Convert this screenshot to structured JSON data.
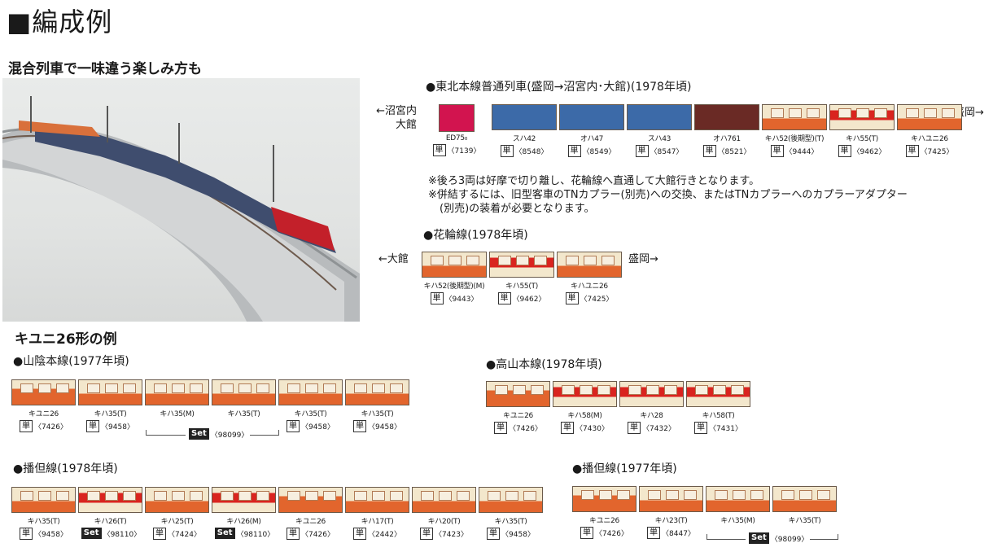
{
  "heading": "■編成例",
  "photo_section_title": "混合列車で一味違う楽しみ方も",
  "kiyuni_title": "キユニ26形の例",
  "colors": {
    "cream": "#f3e7cc",
    "orange": "#e2652d",
    "red": "#d9241f",
    "blue": "#3c6aa8",
    "maroon": "#6a2a25",
    "ed75": "#d2144f"
  },
  "tohoku": {
    "title": "●東北本線普通列車(盛岡→沼宮内･大館)(1978年頃)",
    "left_line1": "←沼宮内",
    "left_line2": "大館",
    "right": "盛岡→",
    "cars": [
      {
        "name": "ED75₀",
        "style": "ed75",
        "code": "〈7139〉",
        "label": "単"
      },
      {
        "name": "スハ42",
        "style": "blue",
        "code": "〈8548〉",
        "label": "単"
      },
      {
        "name": "オハ47",
        "style": "blue",
        "code": "〈8549〉",
        "label": "単"
      },
      {
        "name": "スハ43",
        "style": "blue",
        "code": "〈8547〉",
        "label": "単"
      },
      {
        "name": "オハ761",
        "style": "maroon",
        "code": "〈8521〉",
        "label": "単"
      },
      {
        "name": "キハ52(後期型)(T)",
        "style": "kiha",
        "code": "〈9444〉",
        "label": "単"
      },
      {
        "name": "キハ55(T)",
        "style": "kyuko",
        "code": "〈9462〉",
        "label": "単"
      },
      {
        "name": "キハユニ26",
        "style": "kiha",
        "code": "〈7425〉",
        "label": "単"
      }
    ],
    "notes": [
      "※後ろ3両は好摩で切り離し、花輪線へ直通して大館行きとなります。",
      "※併結するには、旧型客車のTNカプラー(別売)への交換、またはTNカプラーへのカプラーアダプター",
      "(別売)の装着が必要となります。"
    ]
  },
  "hanawa": {
    "title": "●花輪線(1978年頃)",
    "left": "←大館",
    "right": "盛岡→",
    "cars": [
      {
        "name": "キハ52(後期型)(M)",
        "style": "kiha",
        "code": "〈9443〉",
        "label": "単"
      },
      {
        "name": "キハ55(T)",
        "style": "kyuko",
        "code": "〈9462〉",
        "label": "単"
      },
      {
        "name": "キハユニ26",
        "style": "kiha",
        "code": "〈7425〉",
        "label": "単"
      }
    ]
  },
  "sanin": {
    "title": "●山陰本線(1977年頃)",
    "cars": [
      {
        "name": "キユニ26",
        "style": "kiyuni",
        "code": "〈7426〉",
        "label": "単"
      },
      {
        "name": "キハ35(T)",
        "style": "kiha35",
        "code": "〈9458〉",
        "label": "単"
      },
      {
        "name": "キハ35(M)",
        "style": "kiha35",
        "code": "",
        "label": ""
      },
      {
        "name": "キハ35(T)",
        "style": "kiha35",
        "code": "",
        "label": ""
      },
      {
        "name": "キハ35(T)",
        "style": "kiha35",
        "code": "〈9458〉",
        "label": "単"
      },
      {
        "name": "キハ35(T)",
        "style": "kiha35",
        "code": "〈9458〉",
        "label": "単"
      }
    ],
    "set": {
      "label": "Set",
      "code": "〈98099〉"
    }
  },
  "takayama": {
    "title": "●高山本線(1978年頃)",
    "cars": [
      {
        "name": "キユニ26",
        "style": "kiyuni",
        "code": "〈7426〉",
        "label": "単"
      },
      {
        "name": "キハ58(M)",
        "style": "kyuko",
        "code": "〈7430〉",
        "label": "単"
      },
      {
        "name": "キハ28",
        "style": "kyuko",
        "code": "〈7432〉",
        "label": "単"
      },
      {
        "name": "キハ58(T)",
        "style": "kyuko",
        "code": "〈7431〉",
        "label": "単"
      }
    ]
  },
  "bantan1978": {
    "title": "●播但線(1978年頃)",
    "cars": [
      {
        "name": "キハ35(T)",
        "style": "kiha35",
        "code": "〈9458〉",
        "label": "単"
      },
      {
        "name": "キハ26(T)",
        "style": "kyuko",
        "code": "〈98110〉",
        "label": "Set"
      },
      {
        "name": "キハ25(T)",
        "style": "kiha",
        "code": "〈7424〉",
        "label": "単"
      },
      {
        "name": "キハ26(M)",
        "style": "kyuko",
        "code": "〈98110〉",
        "label": "Set"
      },
      {
        "name": "キユニ26",
        "style": "kiyuni",
        "code": "〈7426〉",
        "label": "単"
      },
      {
        "name": "キハ17(T)",
        "style": "kiha",
        "code": "〈2442〉",
        "label": "単"
      },
      {
        "name": "キハ20(T)",
        "style": "kiha",
        "code": "〈7423〉",
        "label": "単"
      },
      {
        "name": "キハ35(T)",
        "style": "kiha35",
        "code": "〈9458〉",
        "label": "単"
      }
    ]
  },
  "bantan1977": {
    "title": "●播但線(1977年頃)",
    "cars": [
      {
        "name": "キユニ26",
        "style": "kiyuni",
        "code": "〈7426〉",
        "label": "単"
      },
      {
        "name": "キハ23(T)",
        "style": "kiha",
        "code": "〈8447〉",
        "label": "単"
      },
      {
        "name": "キハ35(M)",
        "style": "kiha35",
        "code": "",
        "label": ""
      },
      {
        "name": "キハ35(T)",
        "style": "kiha35",
        "code": "",
        "label": ""
      }
    ],
    "set": {
      "label": "Set",
      "code": "〈98099〉"
    }
  }
}
